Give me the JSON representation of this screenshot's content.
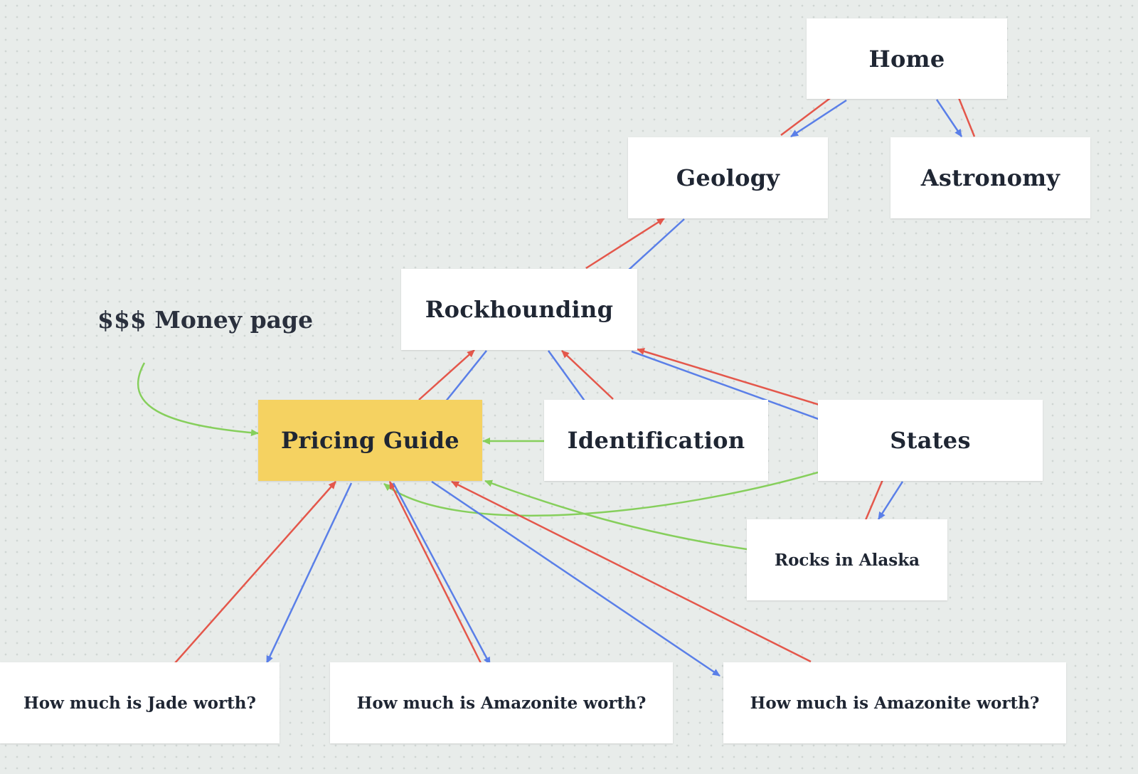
{
  "colors": {
    "up_link": "#e4574b",
    "down_link": "#5a7fe8",
    "money_link": "#86cf5c",
    "highlight": "#f5d261"
  },
  "nodes": {
    "home": "Home",
    "geology": "Geology",
    "astronomy": "Astronomy",
    "rockhounding": "Rockhounding",
    "pricing_guide": "Pricing Guide",
    "identification": "Identification",
    "states": "States",
    "rocks_in_alaska": "Rocks in Alaska",
    "jade": "How much is Jade worth?",
    "amazonite_1": "How much is Amazonite worth?",
    "amazonite_2": "How much is Amazonite worth?"
  },
  "annotation": {
    "money_page": "$$$ Money page"
  }
}
